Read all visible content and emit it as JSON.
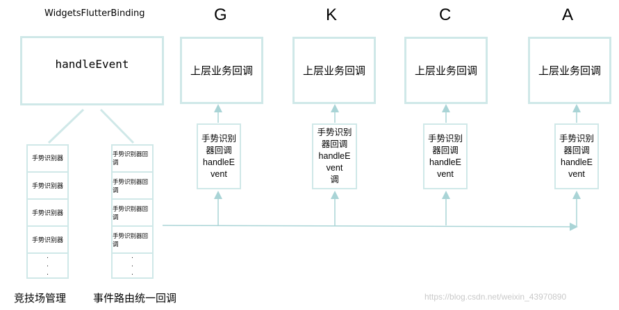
{
  "binding_title": "WidgetsFlutterBinding",
  "handle_event": "handleEvent",
  "columns": [
    {
      "letter": "G",
      "callback": "上层业务回调",
      "recognizer": "手势识别\n器回调\nhandleE\nvent"
    },
    {
      "letter": "K",
      "callback": "上层业务回调",
      "recognizer": "手势识别\n器回调\nhandleE\nvent\n调"
    },
    {
      "letter": "C",
      "callback": "上层业务回调",
      "recognizer": "手势识别\n器回调\nhandleE\nvent"
    },
    {
      "letter": "A",
      "callback": "上层业务回调",
      "recognizer": "手势识别\n器回调\nhandleE\nvent"
    }
  ],
  "arena": {
    "label": "竞技场管理",
    "items": [
      "手势识别器",
      "手势识别器",
      "手势识别器",
      "手势识别器"
    ],
    "dots": [
      "·",
      "·",
      "·"
    ]
  },
  "routing": {
    "label": "事件路由统一回调",
    "items": [
      "手势识别器回调",
      "手势识别器回调",
      "手势识别器回调",
      "手势识别器回调"
    ],
    "dots": [
      "·",
      "·",
      "·"
    ]
  },
  "watermark": "https://blog.csdn.net/weixin_43970890",
  "colors": {
    "box_border": "#cfe8e8",
    "arrow": "#a9d4d6"
  }
}
